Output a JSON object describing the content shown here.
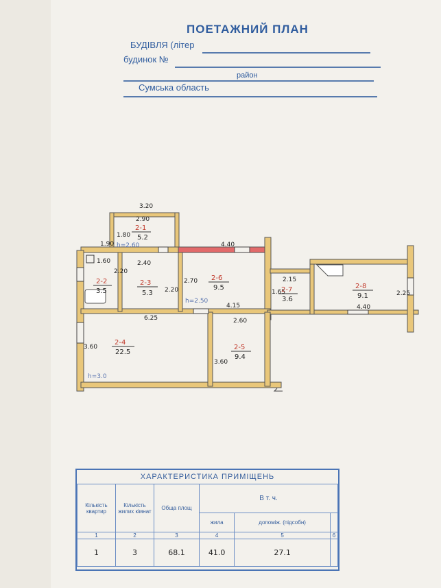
{
  "header": {
    "title": "ПОЕТАЖНИЙ ПЛАН",
    "building_label": "БУДІВЛЯ (літер",
    "house_label": "будинок №",
    "district_label": "район",
    "region": "Сумська область"
  },
  "plan": {
    "rooms": [
      {
        "id": "2-1",
        "area": "5.2"
      },
      {
        "id": "2-2",
        "area": "3.5"
      },
      {
        "id": "2-3",
        "area": "5.3"
      },
      {
        "id": "2-4",
        "area": "22.5"
      },
      {
        "id": "2-5",
        "area": "9.4"
      },
      {
        "id": "2-6",
        "area": "9.5"
      },
      {
        "id": "2-7",
        "area": "3.6"
      },
      {
        "id": "2-8",
        "area": "9.1"
      }
    ],
    "dims": {
      "d320": "3.20",
      "d290": "2.90",
      "d180": "1.80",
      "d190": "1.90",
      "h260": "h=2.60",
      "d440a": "4.40",
      "d160": "1.60",
      "d220a": "2.20",
      "d240": "2.40",
      "d270": "2.70",
      "d220b": "2.20",
      "h250": "h=2.50",
      "d415": "4.15",
      "d625": "6.25",
      "d260": "2.60",
      "d360a": "3.60",
      "d360b": "3.60",
      "h300": "h=3.0",
      "d215": "2.15",
      "d165": "1.65",
      "d225": "2.25",
      "d440b": "4.40"
    }
  },
  "table": {
    "title": "ХАРАКТЕРИСТИКА ПРИМІЩЕНЬ",
    "h_col1": "Кількість квартир",
    "h_col2": "Кількість жилих кімнат",
    "h_col3": "Обща площ",
    "h_incl": "В т. ч.",
    "h_col4": "жила",
    "h_col5": "допоміж. (підсобн)",
    "nums": [
      "1",
      "2",
      "3",
      "4",
      "5",
      "6"
    ],
    "row": {
      "apartments": "1",
      "rooms": "3",
      "total": "68.1",
      "living": "41.0",
      "auxiliary": "27.1"
    }
  }
}
